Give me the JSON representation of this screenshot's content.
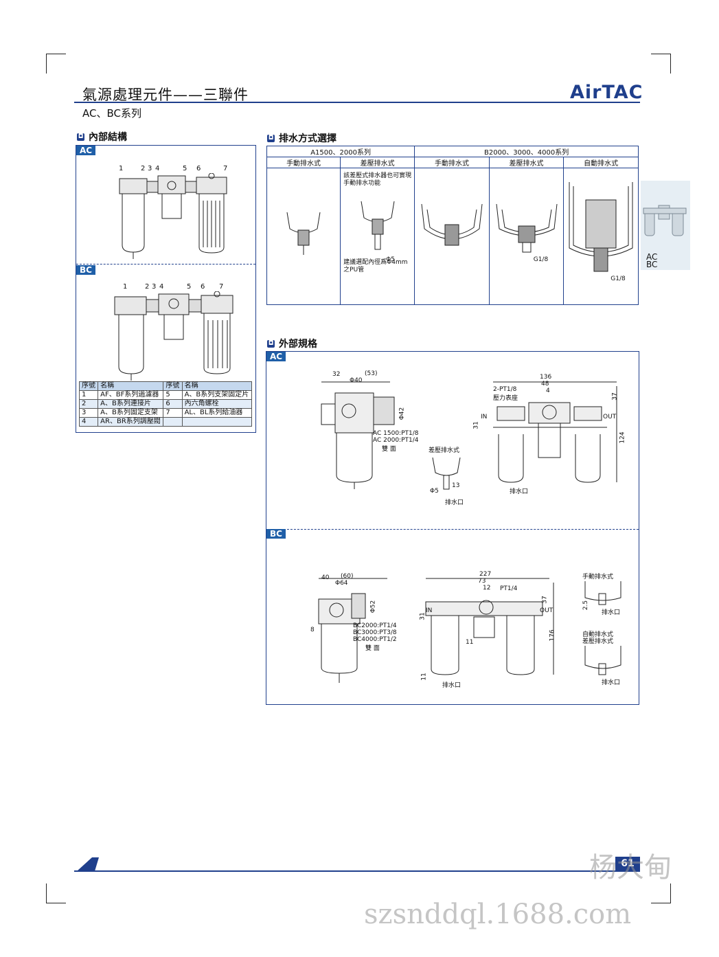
{
  "header": {
    "title": "氣源處理元件——三聯件",
    "subtitle": "AC、BC系列",
    "brand": "AirTAC"
  },
  "sections": {
    "internal": "內部結構",
    "drain": "排水方式選擇",
    "external": "外部規格"
  },
  "tags": {
    "ac": "AC",
    "bc": "BC"
  },
  "part_callouts": [
    "1",
    "2",
    "3",
    "4",
    "5",
    "6",
    "7"
  ],
  "parts_table": {
    "headers": [
      "序號",
      "名稱",
      "序號",
      "名稱"
    ],
    "rows": [
      [
        "1",
        "AF、BF系列過濾器",
        "5",
        "A、B系列支架固定片"
      ],
      [
        "2",
        "A、B系列連接片",
        "6",
        "內六角螺栓"
      ],
      [
        "3",
        "A、B系列固定支架",
        "7",
        "AL、BL系列給油器"
      ],
      [
        "4",
        "AR、BR系列調壓閥",
        "",
        ""
      ]
    ]
  },
  "drain_table": {
    "group1": "A1500、2000系列",
    "group2": "B2000、3000、4000系列",
    "cols": [
      "手動排水式",
      "差壓排水式",
      "手動排水式",
      "差壓排水式",
      "自動排水式"
    ],
    "note_top": "該差壓式排水器也可實現手動排水功能",
    "note_bottom": "建議選配內徑爲Φ4mm之PU管",
    "phi5": "Φ5",
    "g18a": "G1/8",
    "g18b": "G1/8"
  },
  "ac_dims": {
    "d32": "32",
    "d53": "(53)",
    "phi40": "Φ40",
    "phi42": "Φ42",
    "port1": "AC 1500:PT1/8",
    "port2": "AC 2000:PT1/4",
    "port3": "雙 面",
    "d136": "136",
    "d48": "48",
    "d4": "4",
    "gauge": "2-PT1/8",
    "gauge2": "壓力表座",
    "d37": "37",
    "d124": "124",
    "d31": "31",
    "in": "IN",
    "out": "OUT",
    "diff": "差壓排水式",
    "phi5": "Φ5",
    "d13": "13",
    "drain": "排水口",
    "drain2": "排水口"
  },
  "bc_dims": {
    "d40": "40",
    "d60": "(60)",
    "phi64": "Φ64",
    "phi52": "Φ52",
    "d8": "8",
    "port1": "BC2000:PT1/4",
    "port2": "BC3000:PT3/8",
    "port3": "BC4000:PT1/2",
    "port4": "雙 面",
    "d227": "227",
    "d73": "73",
    "d12": "12",
    "pt14": "PT1/4",
    "d37": "37",
    "d31": "31",
    "d11a": "11",
    "d11b": "11",
    "d176": "176",
    "in": "IN",
    "out": "OUT",
    "drain": "排水口",
    "manual": "手動排水式",
    "d25": "2.5",
    "drain2": "排水口",
    "auto": "自動排水式",
    "diff": "差壓排水式",
    "drain3": "排水口"
  },
  "side_tab": {
    "l1": "AC",
    "l2": "BC"
  },
  "footer": {
    "page": "61",
    "watermark1": "杨大甸",
    "watermark2": "szsnddql.1688.com"
  }
}
